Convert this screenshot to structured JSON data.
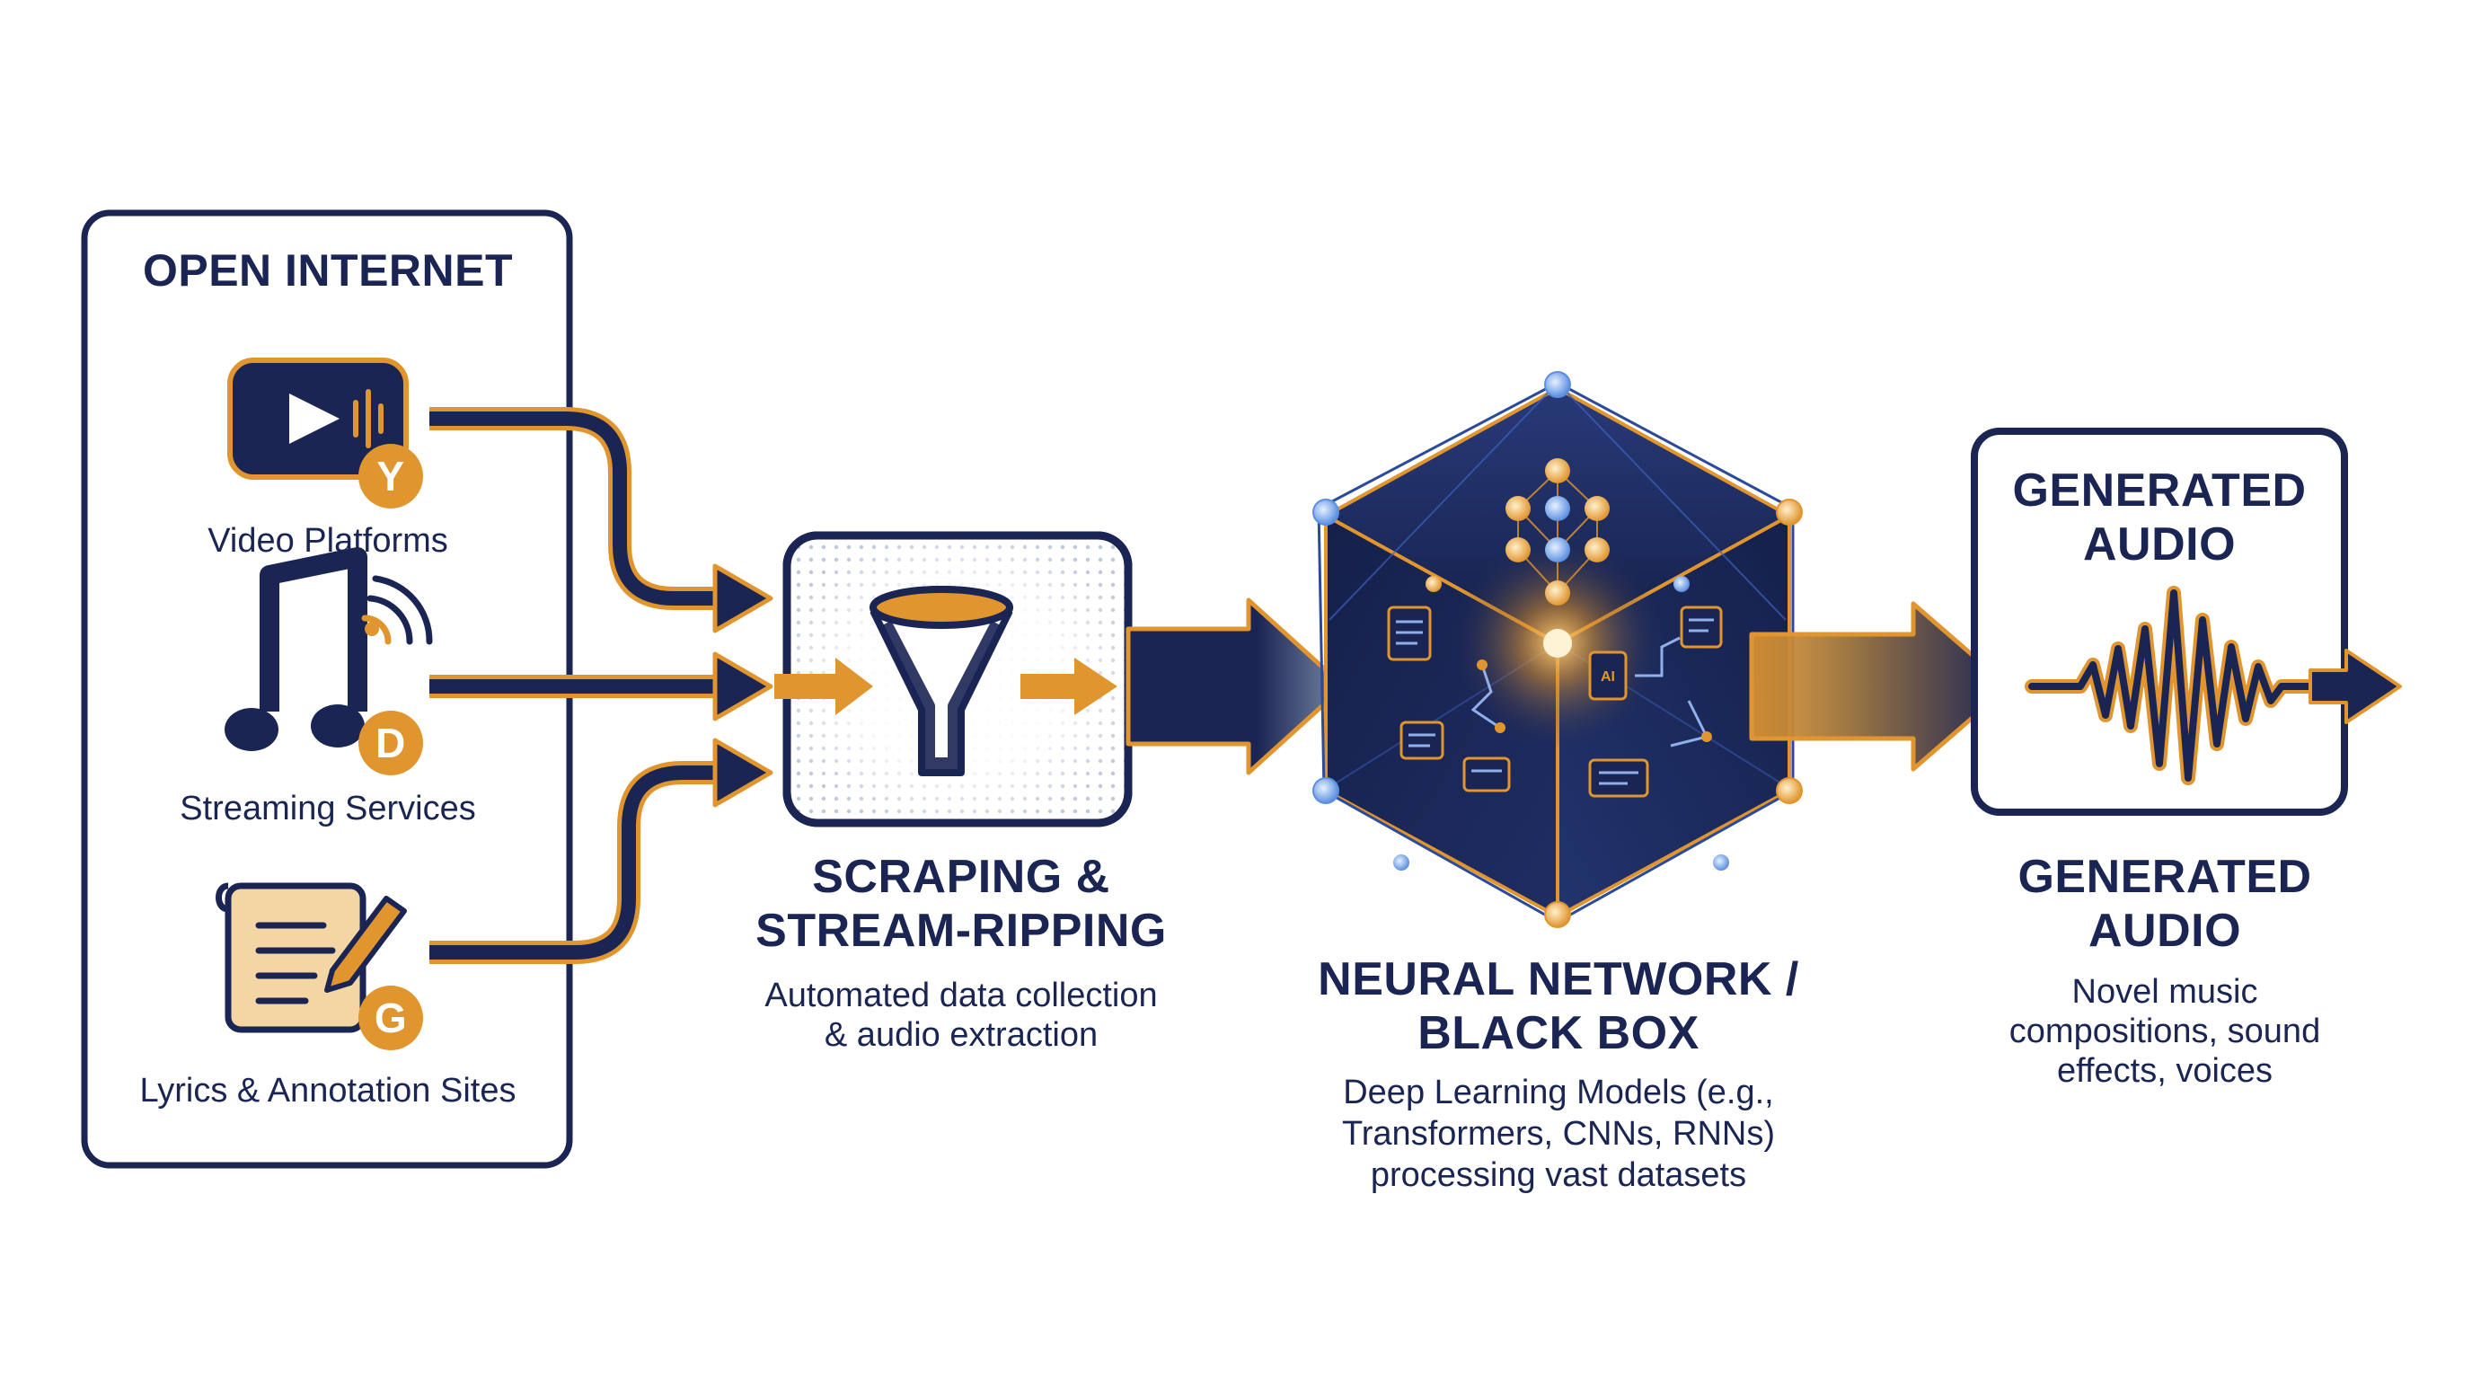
{
  "sources": {
    "title": "OPEN INTERNET",
    "items": [
      {
        "label": "Video Platforms",
        "badge": "Y",
        "icon": "video-play-icon"
      },
      {
        "label": "Streaming Services",
        "badge": "D",
        "icon": "music-note-icon"
      },
      {
        "label": "Lyrics & Annotation Sites",
        "badge": "G",
        "icon": "document-pen-icon"
      }
    ]
  },
  "scraping": {
    "title_line1": "SCRAPING &",
    "title_line2": "STREAM-RIPPING",
    "desc_line1": "Automated data collection",
    "desc_line2": "& audio extraction",
    "icon": "funnel-icon"
  },
  "neural": {
    "title_line1": "NEURAL NETWORK /",
    "title_line2": "BLACK BOX",
    "desc_line1": "Deep Learning Models (e.g.,",
    "desc_line2": "Transformers, CNNs, RNNs)",
    "desc_line3": "processing vast datasets",
    "panel_text": "AI",
    "icon": "neural-cube-icon"
  },
  "output": {
    "box_title_line1": "GENERATED",
    "box_title_line2": "AUDIO",
    "title_line1": "GENERATED",
    "title_line2": "AUDIO",
    "desc_line1": "Novel music",
    "desc_line2": "compositions, sound",
    "desc_line3": "effects, voices",
    "icon": "waveform-icon"
  },
  "colors": {
    "navy": "#1b2554",
    "gold": "#e0952f",
    "white": "#ffffff"
  }
}
